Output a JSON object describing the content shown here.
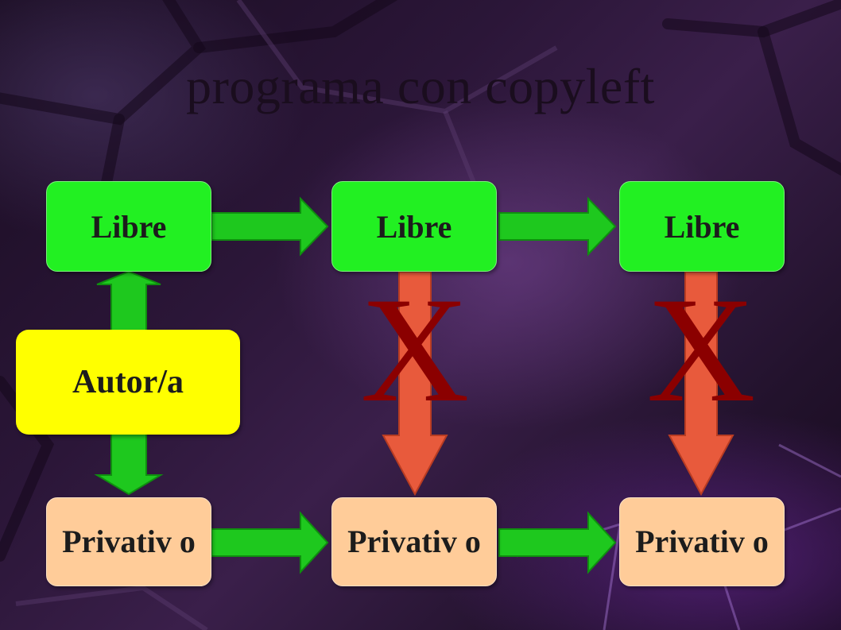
{
  "slide": {
    "title": "programa con copyleft"
  },
  "diagram": {
    "libre_boxes": [
      {
        "label": "Libre"
      },
      {
        "label": "Libre"
      },
      {
        "label": "Libre"
      }
    ],
    "privativo_boxes": [
      {
        "label": "Privativ o"
      },
      {
        "label": "Privativ o"
      },
      {
        "label": "Privativ o"
      }
    ],
    "autor_box": {
      "label": "Autor/a"
    },
    "blocked_marks": [
      {
        "label": "X"
      },
      {
        "label": "X"
      }
    ]
  },
  "colors": {
    "libre_fill": "#22f022",
    "privativo_fill": "#ffcc99",
    "autor_fill": "#ffff00",
    "arrow_green": "#1ec81e",
    "arrow_blocked": "#e85a3c",
    "x_mark": "#8b0000",
    "title_text": "#1a0d1e"
  }
}
